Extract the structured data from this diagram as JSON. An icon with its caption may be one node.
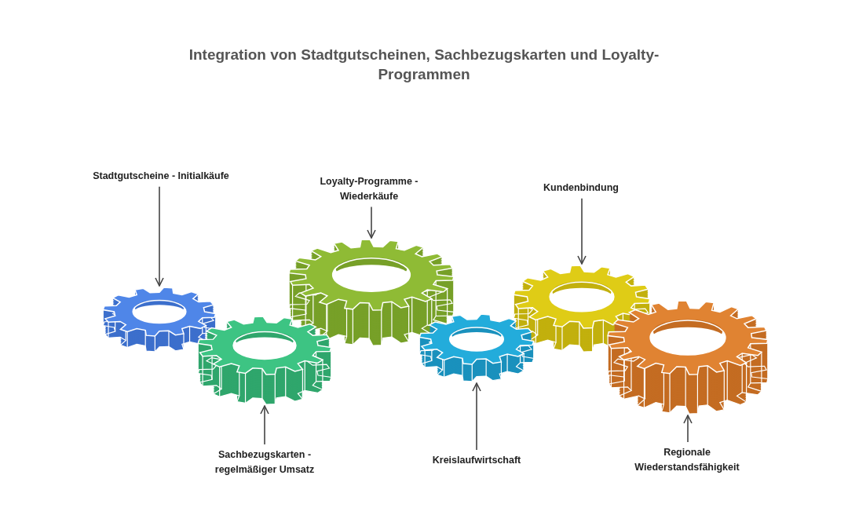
{
  "diagram": {
    "title": "Integration von Stadtgutscheinen, Sachbezugskarten und Loyalty-Programmen",
    "nodes": [
      {
        "text": [
          "Stadtgutscheine - Initialkäufe"
        ]
      },
      {
        "text": [
          "Loyalty-Programme - Wiederkäufe"
        ]
      },
      {
        "text": [
          "Kundenbindung"
        ]
      },
      {
        "text": [
          "Sachbezugskarten - regelmäßiger Umsatz"
        ]
      },
      {
        "text": [
          "Kreislaufwirtschaft"
        ]
      },
      {
        "text": [
          "Regionale Wiederstandsfähigkeit"
        ]
      },
      {
        "text": [],
        "shape": "gear"
      },
      {
        "text": [],
        "shape": "gear"
      },
      {
        "text": [],
        "shape": "gear"
      },
      {
        "text": [],
        "shape": "gear"
      },
      {
        "text": [],
        "shape": "gear"
      },
      {
        "text": [],
        "shape": "gear"
      }
    ],
    "edges": [
      {
        "from": 0,
        "to": 6,
        "arrow": "to"
      },
      {
        "from": 1,
        "to": 8,
        "arrow": "to"
      },
      {
        "from": 2,
        "to": 10,
        "arrow": "to"
      },
      {
        "from": 3,
        "to": 7,
        "arrow": "to"
      },
      {
        "from": 4,
        "to": 9,
        "arrow": "to"
      },
      {
        "from": 5,
        "to": 11,
        "arrow": "to"
      }
    ]
  }
}
